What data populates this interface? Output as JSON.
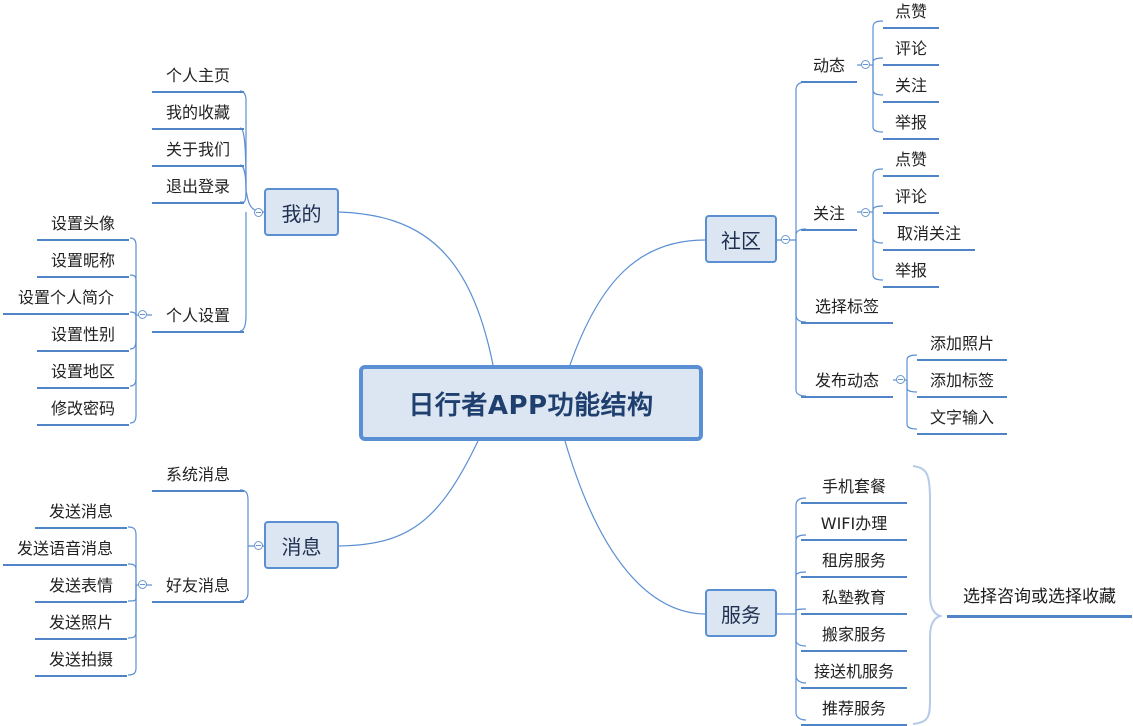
{
  "title": "日行者APP功能结构",
  "mine": {
    "label": "我的",
    "items": [
      "个人主页",
      "我的收藏",
      "关于我们",
      "退出登录"
    ],
    "settings": {
      "label": "个人设置",
      "items": [
        "设置头像",
        "设置昵称",
        "设置个人简介",
        "设置性别",
        "设置地区",
        "修改密码"
      ]
    }
  },
  "message": {
    "label": "消息",
    "system": "系统消息",
    "friend": {
      "label": "好友消息",
      "items": [
        "发送消息",
        "发送语音消息",
        "发送表情",
        "发送照片",
        "发送拍摄"
      ]
    }
  },
  "community": {
    "label": "社区",
    "dynamic": {
      "label": "动态",
      "items": [
        "点赞",
        "评论",
        "关注",
        "举报"
      ]
    },
    "follow": {
      "label": "关注",
      "items": [
        "点赞",
        "评论",
        "取消关注",
        "举报"
      ]
    },
    "tag": "选择标签",
    "publish": {
      "label": "发布动态",
      "items": [
        "添加照片",
        "添加标签",
        "文字输入"
      ]
    }
  },
  "service": {
    "label": "服务",
    "items": [
      "手机套餐",
      "WIFI办理",
      "租房服务",
      "私塾教育",
      "搬家服务",
      "接送机服务",
      "推荐服务"
    ],
    "note": "选择咨询或选择收藏"
  },
  "colors": {
    "line": "#5b8fd3",
    "box_fill": "#dce6f3",
    "box_border": "#5b8fd3",
    "title_text": "#1f3f6e"
  }
}
